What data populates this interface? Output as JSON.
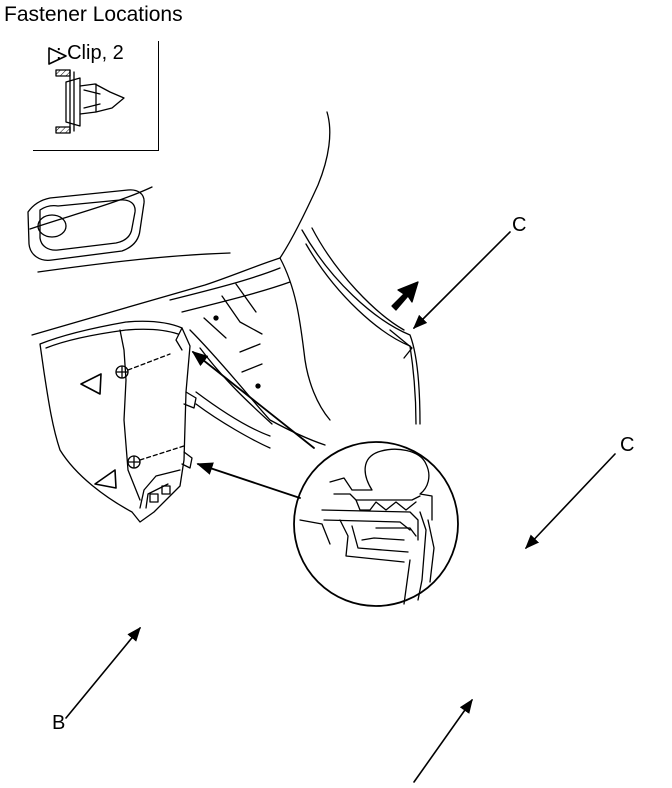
{
  "title": "Fastener Locations",
  "legend": {
    "symbol_icon": "triangle-outline-icon",
    "label": ": Clip, 2"
  },
  "callouts": {
    "c_upper": "C",
    "c_right": "C",
    "b": "B"
  },
  "colors": {
    "line": "#000000",
    "background": "#ffffff"
  }
}
